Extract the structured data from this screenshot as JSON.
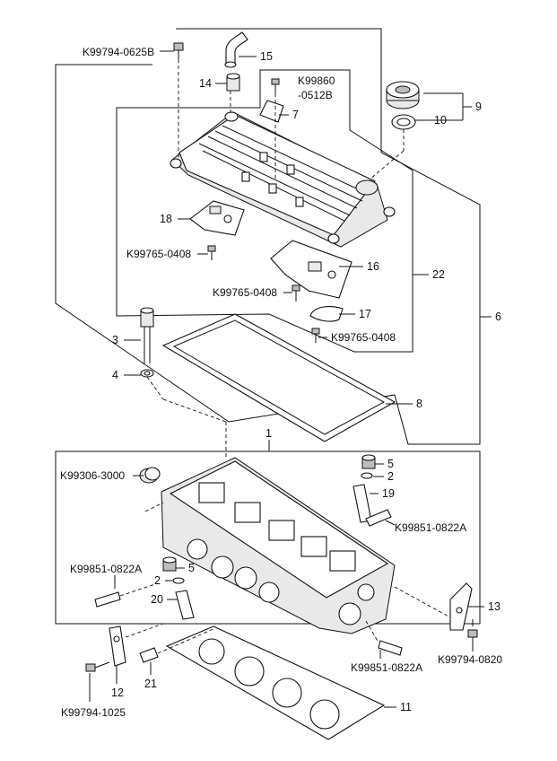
{
  "parts": {
    "p1": "1",
    "p2a": "2",
    "p2b": "2",
    "p3": "3",
    "p4": "4",
    "p5a": "5",
    "p5b": "5",
    "p6": "6",
    "p7": "7",
    "p8": "8",
    "p9": "9",
    "p10": "10",
    "p11": "11",
    "p12": "12",
    "p13": "13",
    "p14": "14",
    "p15": "15",
    "p16": "16",
    "p17": "17",
    "p18": "18",
    "p19": "19",
    "p20": "20",
    "p21": "21",
    "p22": "22"
  },
  "codes": {
    "k0625b": "K99794-0625B",
    "k0512b_l1": "K99860",
    "k0512b_l2": "-0512B",
    "k0408_a": "K99765-0408",
    "k0408_b": "K99765-0408",
    "k0408_c": "K99765-0408",
    "k3000": "K99306-3000",
    "k0822a_a": "K99851-0822A",
    "k0822a_b": "K99851-0822A",
    "k0822a_c": "K99851-0822A",
    "k0820": "K99794-0820",
    "k1025": "K99794-1025"
  }
}
